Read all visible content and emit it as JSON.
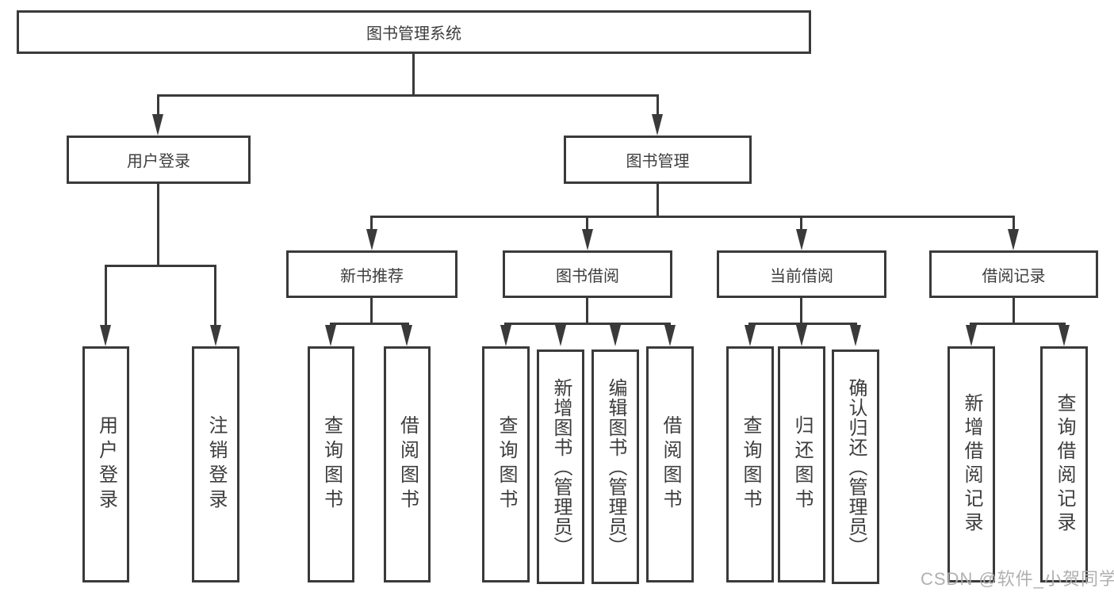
{
  "diagram": {
    "title": "图书管理系统",
    "level2": [
      {
        "label": "用户登录"
      },
      {
        "label": "图书管理"
      }
    ],
    "level3": [
      {
        "label": "新书推荐"
      },
      {
        "label": "图书借阅"
      },
      {
        "label": "当前借阅"
      },
      {
        "label": "借阅记录"
      }
    ],
    "leaves": [
      {
        "label": "用户登录"
      },
      {
        "label": "注销登录"
      },
      {
        "label": "查询图书"
      },
      {
        "label": "借阅图书"
      },
      {
        "label": "查询图书"
      },
      {
        "label": "新增图书（管理员）"
      },
      {
        "label": "编辑图书（管理员）"
      },
      {
        "label": "借阅图书"
      },
      {
        "label": "查询图书"
      },
      {
        "label": "归还图书"
      },
      {
        "label": "确认归还（管理员）"
      },
      {
        "label": "新增借阅记录"
      },
      {
        "label": "查询借阅记录"
      }
    ]
  },
  "watermark": {
    "text": "CSDN @软件_小贺同学"
  },
  "colors": {
    "line": "#3a3a3a",
    "text": "#3d3d3d",
    "watermark": "#acacac",
    "background": "#ffffff"
  }
}
